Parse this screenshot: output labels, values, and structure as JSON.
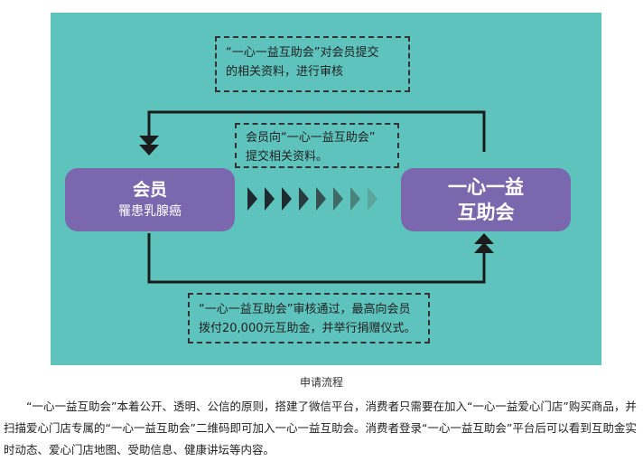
{
  "diagram": {
    "note_top": "“一心一益互助会”对会员提交\n的相关资料，进行审核",
    "note_mid": "会员向“一心一益互助会”\n提交相关资料。",
    "note_bottom": "“一心一益互助会”审核通过，最高向会员\n拨付20,000元互助金，并举行捐赠仪式。",
    "member_box": {
      "title": "会员",
      "subtitle": "罹患乳腺癌"
    },
    "mutual_box": {
      "title_line1": "一心一益",
      "title_line2": "互助会"
    },
    "chevron_colors": [
      "#1e2a30",
      "#1e2a30",
      "#1e2a30",
      "#2a3b40",
      "#35514f",
      "#3f6a66",
      "#4a837c",
      "#5aa59c"
    ]
  },
  "colors": {
    "panel": "#5ec3bd",
    "box": "#7b67ae",
    "line": "#1c1c1c"
  },
  "caption": "申请流程",
  "paragraph": "“一心一益互助会”本着公开、透明、公信的原则，搭建了微信平台，消费者只需要在加入“一心一益爱心门店”购买商品，并扫描爱心门店专属的“一心一益互助会”二维码即可加入一心一益互助会。消费者登录“一心一益互助会”平台后可以看到互助金实时动态、爱心门店地图、受助信息、健康讲坛等内容。"
}
